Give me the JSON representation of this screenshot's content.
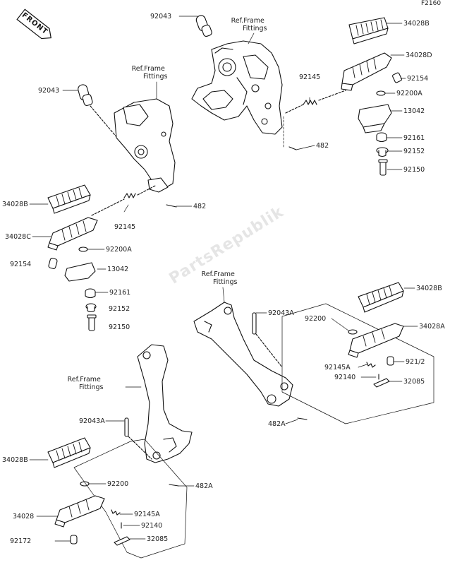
{
  "diagram_code": "F2160",
  "front_label": "FRONT",
  "watermark": "PartsRepublik",
  "ref_frame": {
    "top_center": [
      "Ref.Frame",
      "Fittings"
    ],
    "top_left": [
      "Ref.Frame",
      "Fittings"
    ],
    "mid_center": [
      "Ref.Frame",
      "Fittings"
    ],
    "bottom_left": [
      "Ref.Frame",
      "Fittings"
    ]
  },
  "labels": {
    "tr_92043": "92043",
    "tr_34028B": "34028B",
    "tr_34028D": "34028D",
    "tr_92145": "92145",
    "tr_92154": "92154",
    "tr_92200A": "92200A",
    "tr_13042": "13042",
    "tr_92161": "92161",
    "tr_482": "482",
    "tr_92152": "92152",
    "tr_92150": "92150",
    "tl_92043": "92043",
    "tl_34028B": "34028B",
    "tl_34028C": "34028C",
    "tl_482": "482",
    "tl_92145": "92145",
    "tl_92200A": "92200A",
    "tl_92154": "92154",
    "tl_13042": "13042",
    "tl_92161": "92161",
    "tl_92152": "92152",
    "tl_92150": "92150",
    "mr_92043A": "92043A",
    "mr_34028B": "34028B",
    "mr_34028A": "34028A",
    "mr_92200": "92200",
    "mr_92172": "921/2",
    "mr_92145A": "92145A",
    "mr_92140": "92140",
    "mr_32085": "32085",
    "mr_482A": "482A",
    "bl_92043A": "92043A",
    "bl_34028B": "34028B",
    "bl_92200": "92200",
    "bl_482A": "482A",
    "bl_34028": "34028",
    "bl_92145A": "92145A",
    "bl_92140": "92140",
    "bl_92172": "92172",
    "bl_32085": "32085"
  }
}
